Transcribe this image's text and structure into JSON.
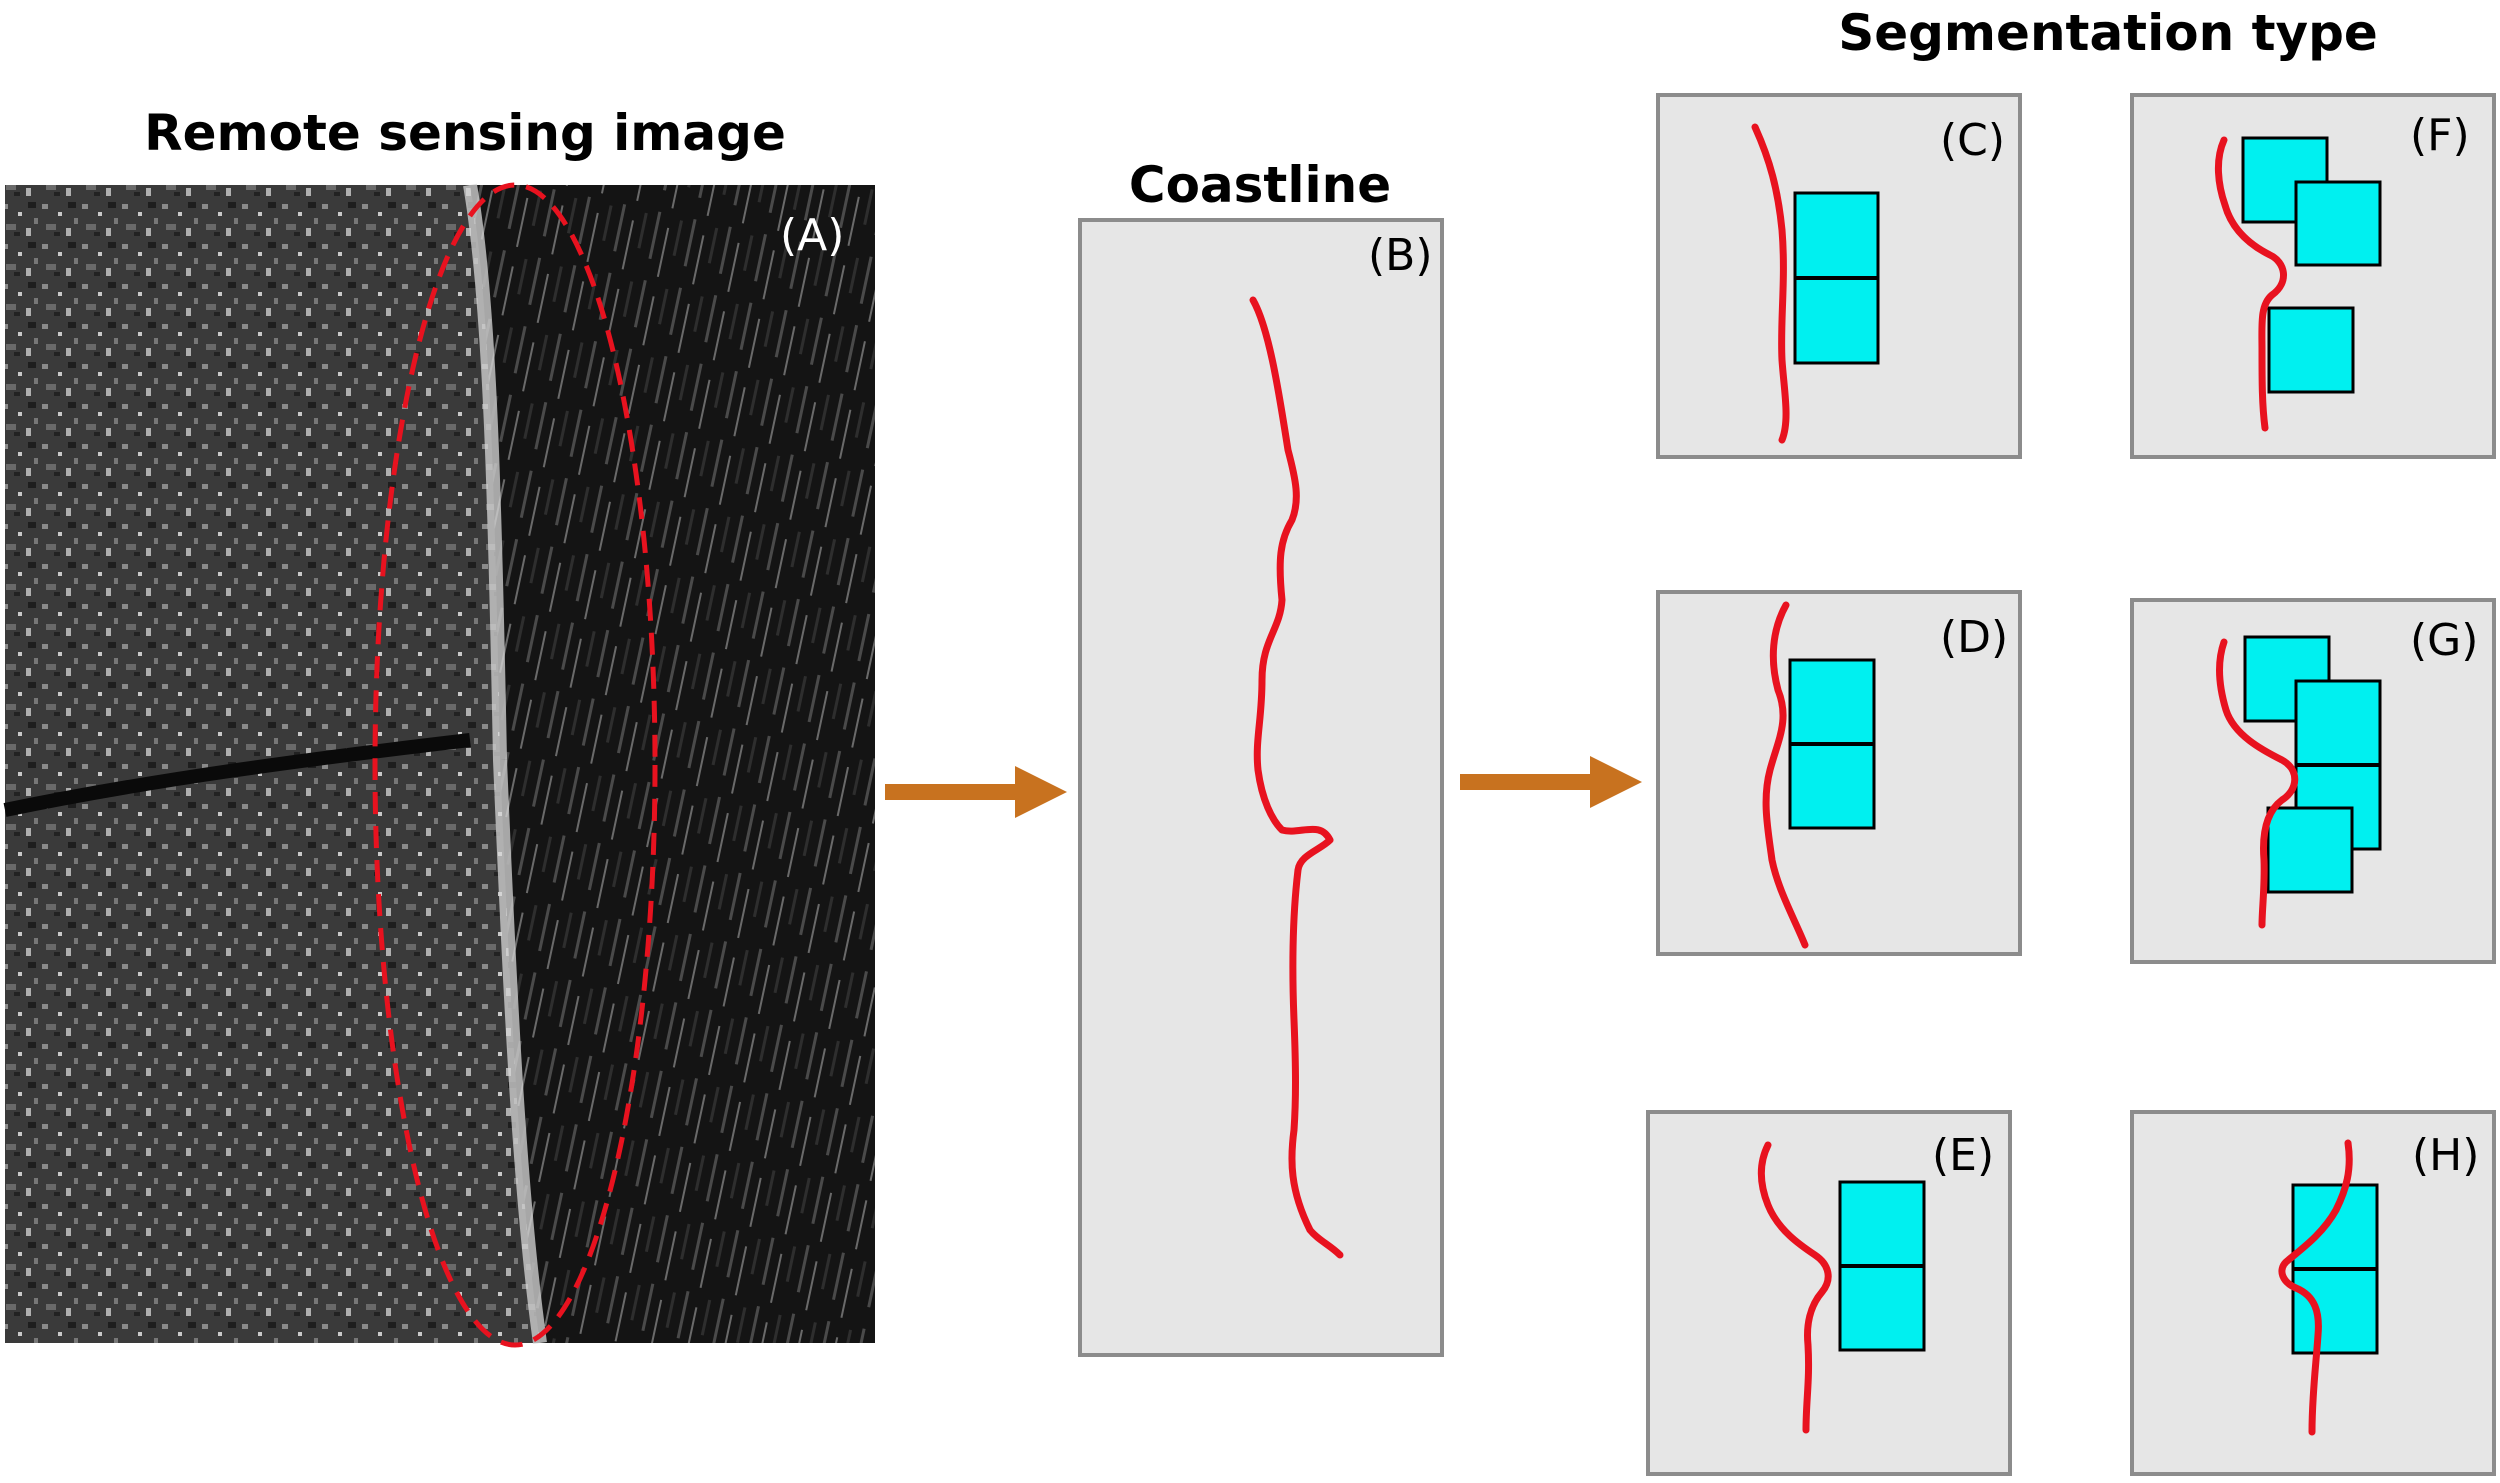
{
  "titles": {
    "remote": "Remote sensing image",
    "coastline": "Coastline",
    "segmentation": "Segmentation type"
  },
  "panels": {
    "A": "(A)",
    "B": "(B)",
    "C": "(C)",
    "D": "(D)",
    "E": "(E)",
    "F": "(F)",
    "G": "(G)",
    "H": "(H)"
  },
  "colors": {
    "coastline": "#e8121f",
    "tile": "#00f0f0",
    "arrow": "#c8721f",
    "panel_bg": "#e6e6e6"
  }
}
